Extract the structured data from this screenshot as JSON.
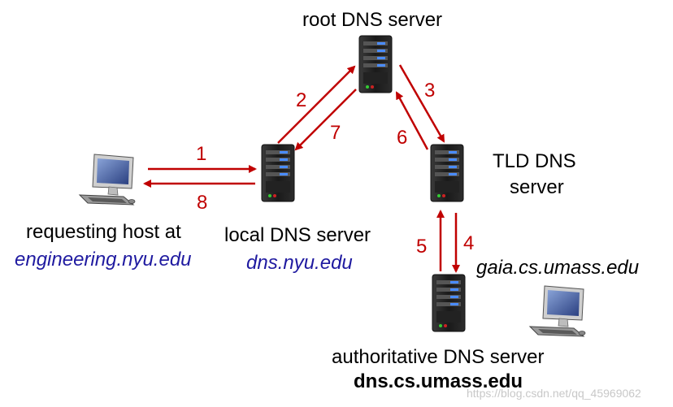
{
  "nodes": {
    "root": {
      "label": "root DNS server"
    },
    "tld": {
      "label_line1": "TLD DNS",
      "label_line2": "server"
    },
    "local": {
      "label": "local DNS server",
      "hostname": "dns.nyu.edu"
    },
    "requesting": {
      "label": "requesting host at",
      "hostname": "engineering.nyu.edu"
    },
    "authoritative": {
      "label": "authoritative DNS server",
      "hostname": "dns.cs.umass.edu"
    },
    "target": {
      "hostname": "gaia.cs.umass.edu"
    }
  },
  "steps": [
    "1",
    "2",
    "3",
    "4",
    "5",
    "6",
    "7",
    "8"
  ],
  "colors": {
    "arrow": "#c00000",
    "hostname": "#1f1aa0",
    "text": "#000000"
  },
  "icons": {
    "server": "server-tower-icon",
    "host": "desktop-computer-icon"
  },
  "watermark": "https://blog.csdn.net/qq_45969062"
}
